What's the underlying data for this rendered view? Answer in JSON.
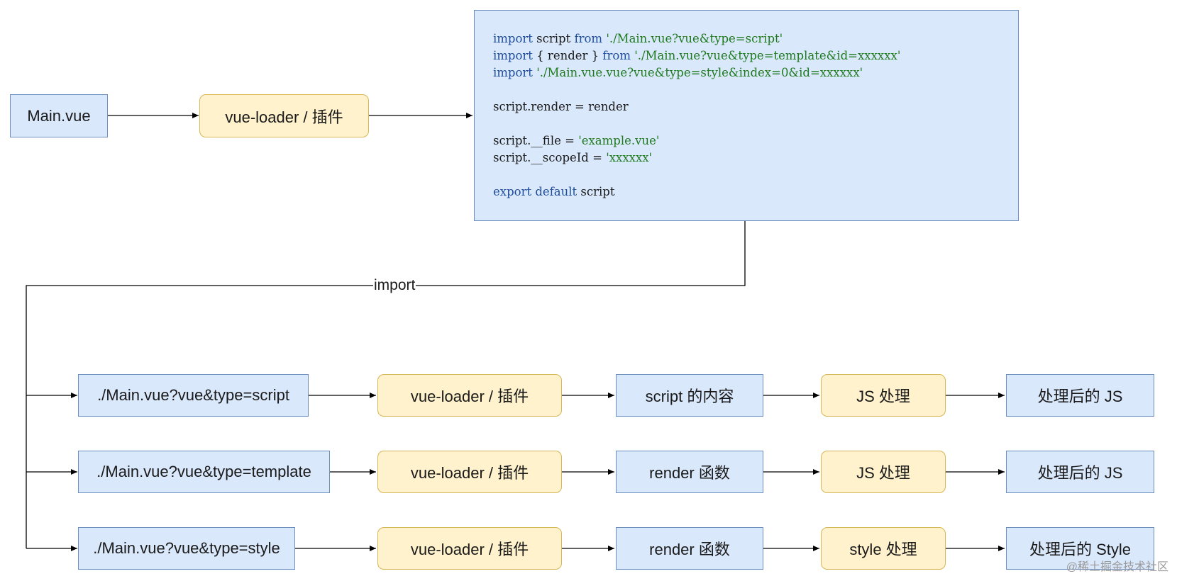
{
  "top_row": {
    "main_vue": "Main.vue",
    "loader": "vue-loader / 插件"
  },
  "code": {
    "lines": [
      [
        {
          "t": "import",
          "c": "kw"
        },
        {
          "t": " script ",
          "c": "plain"
        },
        {
          "t": "from",
          "c": "kw"
        },
        {
          "t": " ",
          "c": "plain"
        },
        {
          "t": "'./Main.vue?vue&type=script'",
          "c": "str"
        }
      ],
      [
        {
          "t": "import",
          "c": "kw"
        },
        {
          "t": " { render } ",
          "c": "plain"
        },
        {
          "t": "from",
          "c": "kw"
        },
        {
          "t": " ",
          "c": "plain"
        },
        {
          "t": "'./Main.vue?vue&type=template&id=xxxxxx'",
          "c": "str"
        }
      ],
      [
        {
          "t": "import",
          "c": "kw"
        },
        {
          "t": " ",
          "c": "plain"
        },
        {
          "t": "'./Main.vue.vue?vue&type=style&index=0&id=xxxxxx'",
          "c": "str"
        }
      ],
      [],
      [
        {
          "t": "script.render = render",
          "c": "plain"
        }
      ],
      [],
      [
        {
          "t": "script.__file = ",
          "c": "plain"
        },
        {
          "t": "'example.vue'",
          "c": "str"
        }
      ],
      [
        {
          "t": "script.__scopeId = ",
          "c": "plain"
        },
        {
          "t": "'xxxxxx'",
          "c": "str"
        }
      ],
      [],
      [
        {
          "t": "export",
          "c": "kw"
        },
        {
          "t": " ",
          "c": "plain"
        },
        {
          "t": "default",
          "c": "kw"
        },
        {
          "t": " script",
          "c": "plain"
        }
      ]
    ]
  },
  "import_label": "import",
  "rows": [
    {
      "source": "./Main.vue?vue&type=script",
      "loader": "vue-loader / 插件",
      "content": "script 的内容",
      "process": "JS 处理",
      "result": "处理后的 JS"
    },
    {
      "source": "./Main.vue?vue&type=template",
      "loader": "vue-loader / 插件",
      "content": "render 函数",
      "process": "JS 处理",
      "result": "处理后的 JS"
    },
    {
      "source": "./Main.vue?vue&type=style",
      "loader": "vue-loader / 插件",
      "content": "render 函数",
      "process": "style 处理",
      "result": "处理后的 Style"
    }
  ],
  "watermark": "@稀土掘金技术社区"
}
